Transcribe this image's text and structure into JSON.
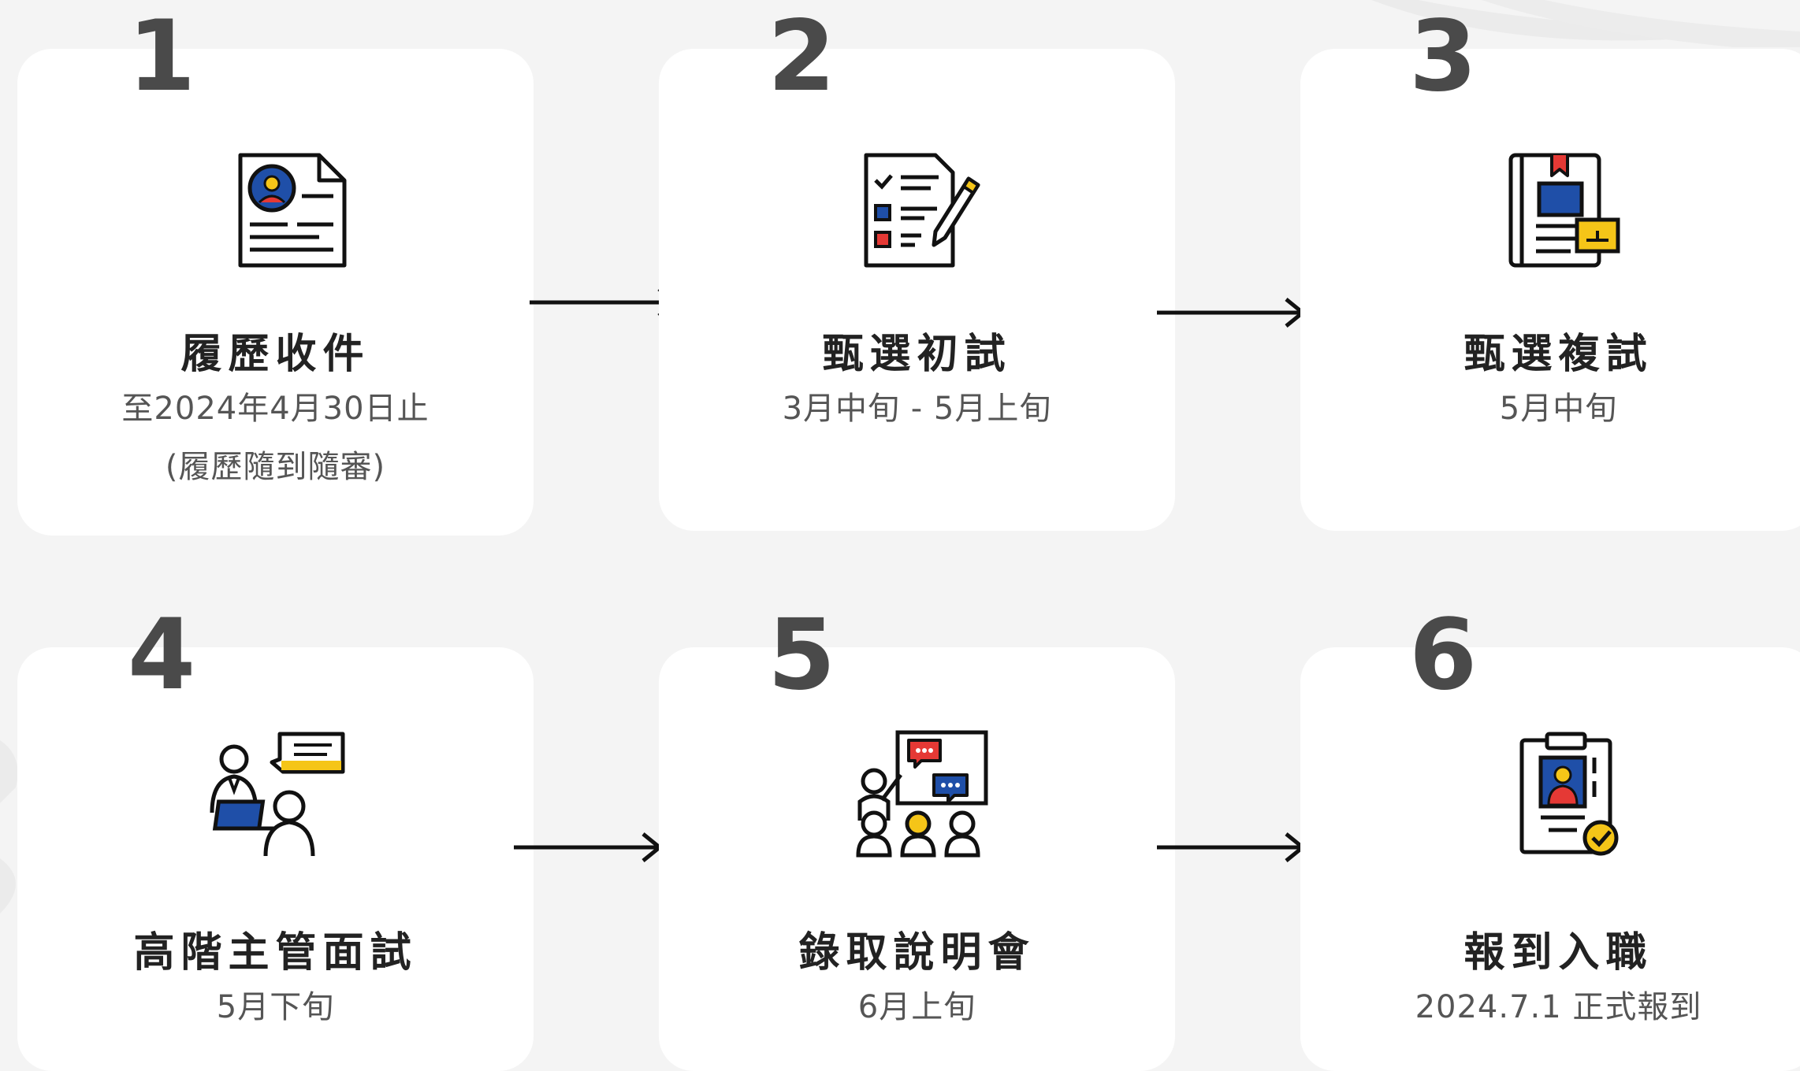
{
  "steps": [
    {
      "number": "1",
      "title": "履歷收件",
      "details": [
        "至2024年4月30日止",
        "(履歷隨到隨審)"
      ],
      "icon": "resume-icon"
    },
    {
      "number": "2",
      "title": "甄選初試",
      "details": [
        "3月中旬 - 5月上旬"
      ],
      "icon": "checklist-icon"
    },
    {
      "number": "3",
      "title": "甄選複試",
      "details": [
        "5月中旬"
      ],
      "icon": "portfolio-icon"
    },
    {
      "number": "4",
      "title": "高階主管面試",
      "details": [
        "5月下旬"
      ],
      "icon": "interview-icon"
    },
    {
      "number": "5",
      "title": "錄取說明會",
      "details": [
        "6月上旬"
      ],
      "icon": "presentation-icon"
    },
    {
      "number": "6",
      "title": "報到入職",
      "details": [
        "2024.7.1 正式報到"
      ],
      "icon": "onboarding-icon"
    }
  ],
  "colors": {
    "background": "#f4f4f4",
    "card": "#ffffff",
    "number": "#4a4a4a",
    "accent_blue": "#1f4fa8",
    "accent_yellow": "#f5c518",
    "accent_red": "#e53935"
  }
}
